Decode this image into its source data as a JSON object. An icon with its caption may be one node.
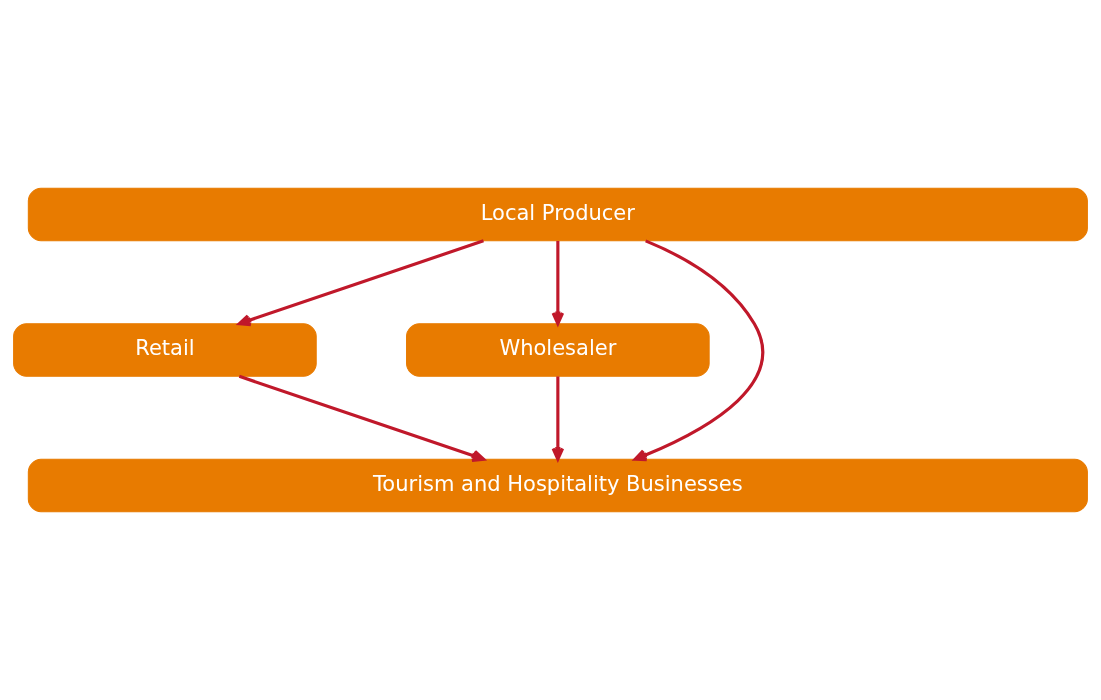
{
  "diagram": {
    "nodes": [
      {
        "text": [
          "Local Producer"
        ]
      },
      {
        "text": [
          "Retail"
        ]
      },
      {
        "text": [
          "Wholesaler"
        ]
      },
      {
        "text": [
          "Tourism and Hospitality Businesses"
        ]
      }
    ],
    "edges": [
      {
        "from": 0,
        "to": 3,
        "arrow": "to"
      },
      {
        "from": 0,
        "to": 1,
        "arrow": "to"
      },
      {
        "from": 0,
        "to": 2,
        "arrow": "to"
      },
      {
        "from": 1,
        "to": 3,
        "arrow": "to"
      },
      {
        "from": 2,
        "to": 3,
        "arrow": "to"
      }
    ]
  }
}
